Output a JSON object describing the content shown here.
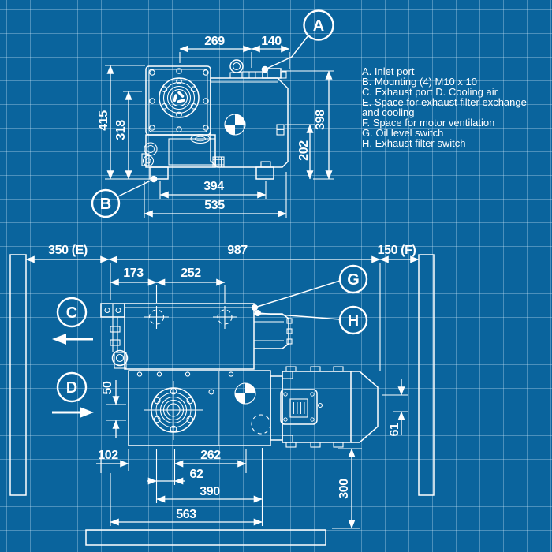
{
  "colors": {
    "background": "#0a649d",
    "grid_line": "rgba(210,235,250,0.33)",
    "line": "#ffffff"
  },
  "legend": {
    "lines": [
      "A. Inlet port",
      "B. Mounting (4) M10 x 10",
      "C. Exhaust port D. Cooling air",
      "E. Space for exhaust filter exchange",
      "and cooling",
      "F. Space for motor ventilation",
      "G. Oil level switch",
      "H. Exhaust filter switch"
    ]
  },
  "callouts": {
    "a": "A",
    "b": "B",
    "c": "C",
    "d": "D",
    "g": "G",
    "h": "H"
  },
  "front_view": {
    "dims": {
      "d269": "269",
      "d140": "140",
      "d415": "415",
      "d318": "318",
      "d398": "398",
      "d202": "202",
      "d394": "394",
      "d535": "535"
    }
  },
  "plan_view": {
    "dims": {
      "left_clearance": "350 (E)",
      "overall": "987",
      "right_clearance": "150 (F)",
      "d173": "173",
      "d252": "252",
      "d50": "50",
      "d102": "102",
      "d262": "262",
      "d62": "62",
      "d390": "390",
      "d563": "563",
      "d61": "61",
      "d300": "300"
    }
  }
}
